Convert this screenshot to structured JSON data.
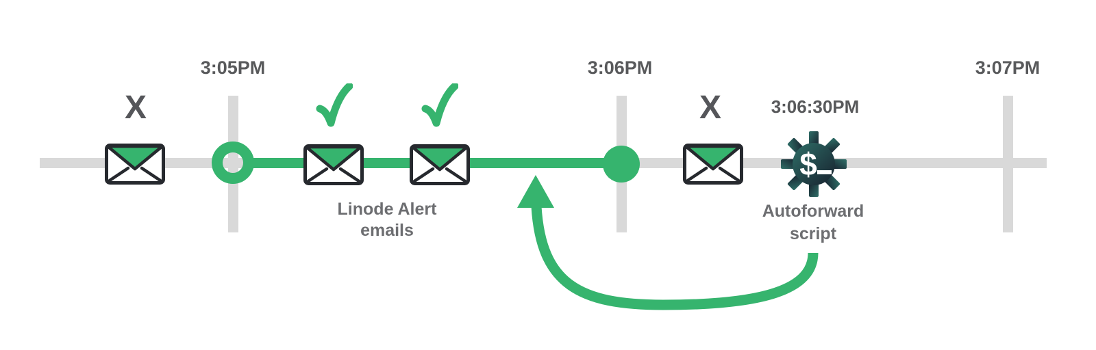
{
  "diagram": {
    "type": "timeline",
    "colors": {
      "accent_green": "#36b46e",
      "track_gray": "#d9d9d9",
      "time_text": "#58595b",
      "caption_text": "#6d6e71",
      "envelope_stroke": "#26292e",
      "gear_gradient_start": "#2f6f68",
      "gear_gradient_end": "#17212e"
    },
    "ticks": [
      {
        "label": "3:05PM"
      },
      {
        "label": "3:06PM"
      },
      {
        "label": "3:07PM"
      }
    ],
    "script_time": {
      "label": "3:06:30PM"
    },
    "captions": {
      "linode_line1": "Linode Alert",
      "linode_line2": "emails",
      "autoforward_line1": "Autoforward",
      "autoforward_line2": "script"
    },
    "markers": {
      "missed_glyph": "X",
      "gear_prompt_glyph": "$"
    },
    "icons": [
      "envelope-icon",
      "check-icon",
      "x-icon",
      "gear-terminal-icon",
      "start-ring",
      "end-dot",
      "curved-arrow"
    ],
    "events": [
      {
        "icon": "envelope-icon",
        "mark": "X"
      },
      {
        "icon": "envelope-icon",
        "mark": "check"
      },
      {
        "icon": "envelope-icon",
        "mark": "check"
      },
      {
        "icon": "envelope-icon",
        "mark": "X"
      },
      {
        "icon": "gear-terminal-icon",
        "time": "3:06:30PM"
      }
    ]
  }
}
